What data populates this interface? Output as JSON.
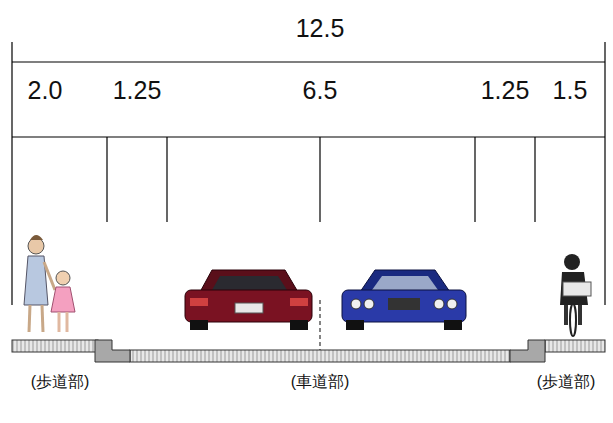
{
  "diagram": {
    "labels": [
      "12.5",
      "2.0",
      "1.25",
      "6.5",
      "1.25",
      "1.5",
      "(歩道部)",
      "(車道部)",
      "(歩道部)"
    ]
  }
}
